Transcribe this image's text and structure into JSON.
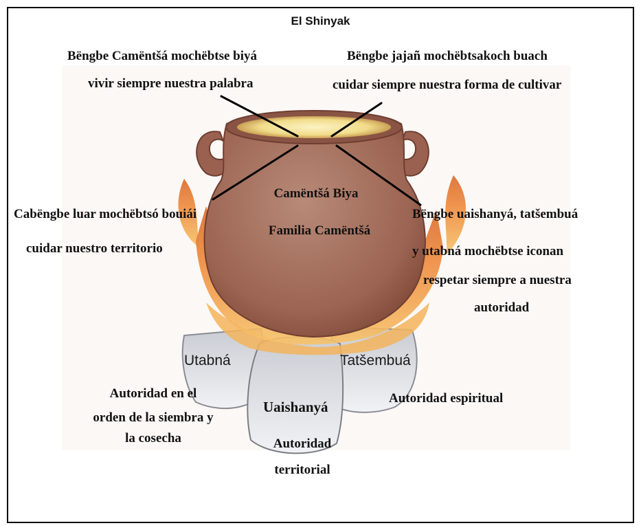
{
  "title": "El Shinyak",
  "top_left": {
    "line1": "Bëngbe Camëntšá mochëbtse biyá",
    "line2": "vivir siempre nuestra palabra"
  },
  "top_right": {
    "line1": "Bëngbe jajañ mochëbtsakoch buach",
    "line2": "cuidar siempre nuestra forma de cultivar"
  },
  "mid_left": {
    "line1": "Cabëngbe luar mochëbtsó bouiái",
    "line2": "cuidar nuestro territorio"
  },
  "center": {
    "line1": "Camëntšá Biya",
    "line2": "Familia  Camëntšá"
  },
  "mid_right": {
    "line1": "Bëngbe uaishanyá, tatšembuá",
    "line2": "y utabná mochëbtse iconan",
    "line3": "respetar siempre a nuestra",
    "line4": "autoridad"
  },
  "stones": {
    "left": "Utabná",
    "center": "Uaishanyá",
    "right": "Tatšembuá"
  },
  "left_desc": {
    "line1": "Autoridad en  el",
    "line2": "orden de la siembra y",
    "line3": "la cosecha"
  },
  "right_desc": "Autoridad espiritual",
  "bottom_desc": {
    "line1": "Autoridad",
    "line2": "territorial"
  },
  "colors": {
    "pot": "#a8705a",
    "pot_dark": "#7d4a3a",
    "rim": "#f3e39a",
    "flame": "#f08a3a",
    "flame_yellow": "#f6c85a",
    "stone": "#e4e6ea",
    "stone_edge": "#8a8c92"
  }
}
